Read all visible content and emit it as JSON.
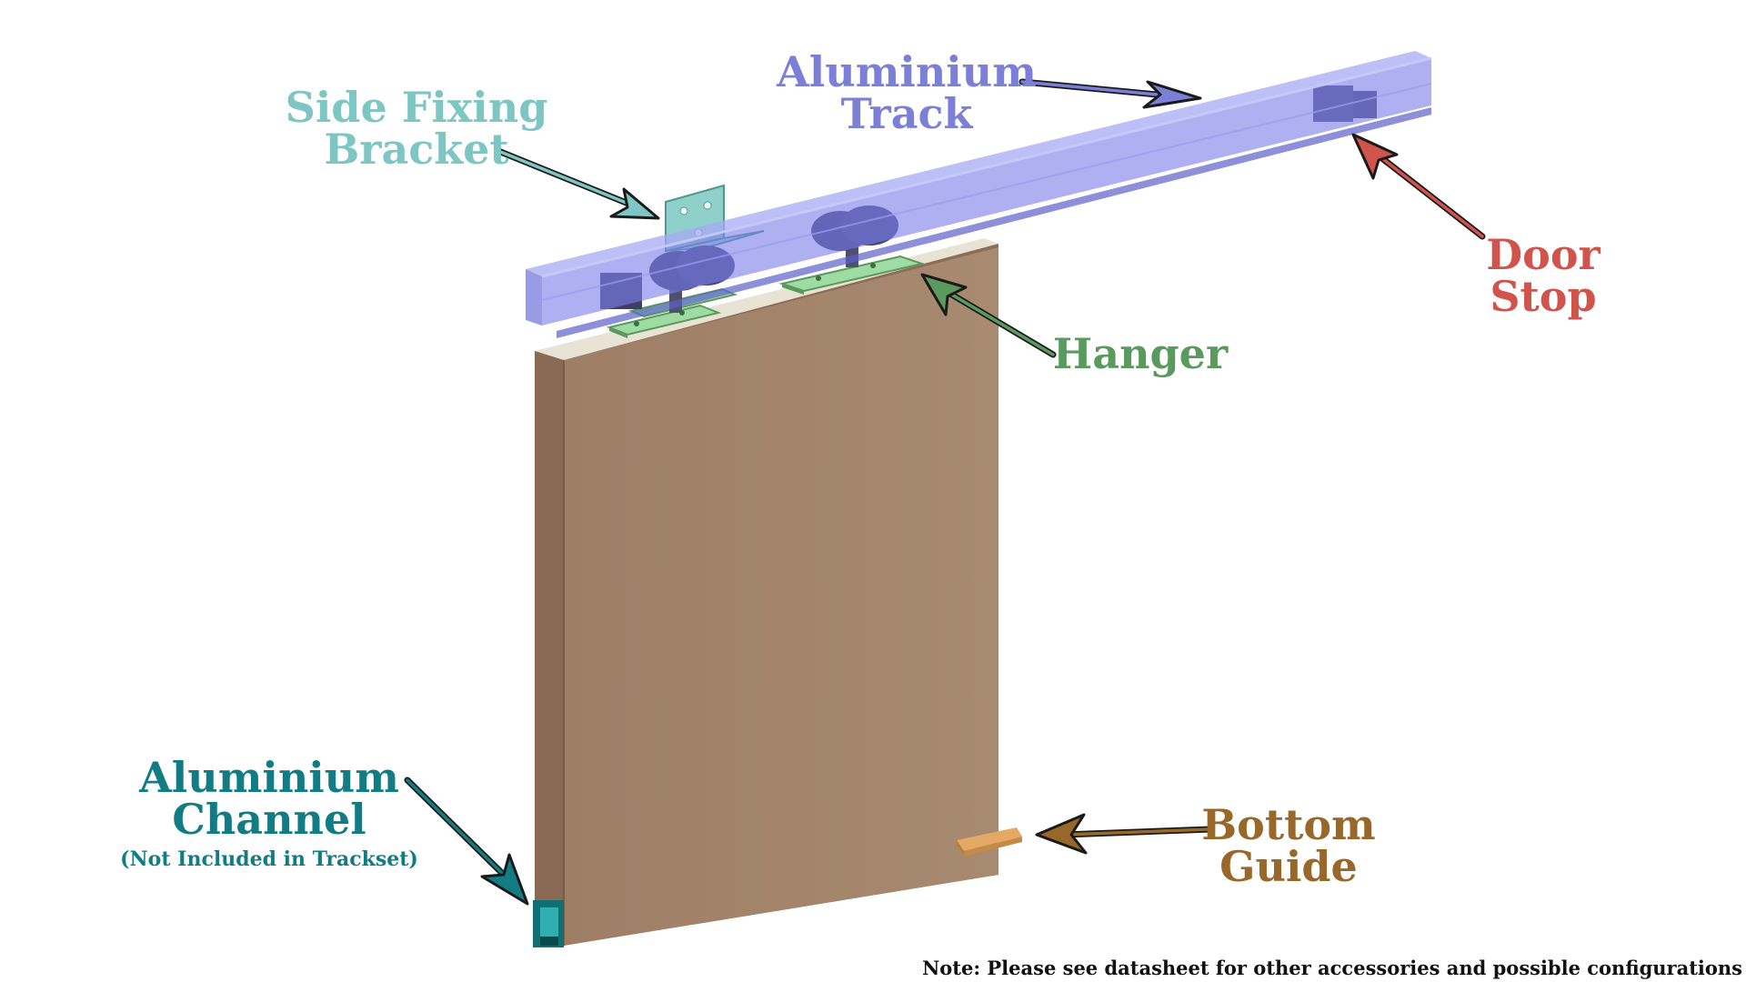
{
  "colors": {
    "track": "#7c7fd6",
    "bracket": "#7ec6c4",
    "door_stop": "#d1544c",
    "hanger": "#5a9a5e",
    "channel": "#127c84",
    "bottom_guide": "#98682a",
    "door_panel": "#a38368",
    "arrow_outline": "#1a1a1a"
  },
  "labels": {
    "aluminium_track": {
      "line1": "Aluminium",
      "line2": "Track"
    },
    "side_fixing_bracket": {
      "line1": "Side Fixing",
      "line2": "Bracket"
    },
    "door_stop": {
      "line1": "Door",
      "line2": "Stop"
    },
    "hanger": "Hanger",
    "aluminium_channel": {
      "line1": "Aluminium",
      "line2": "Channel",
      "note": "(Not Included in Trackset)"
    },
    "bottom_guide": {
      "line1": "Bottom",
      "line2": "Guide"
    }
  },
  "footer_note": "Note: Please see datasheet for other accessories and possible configurations"
}
